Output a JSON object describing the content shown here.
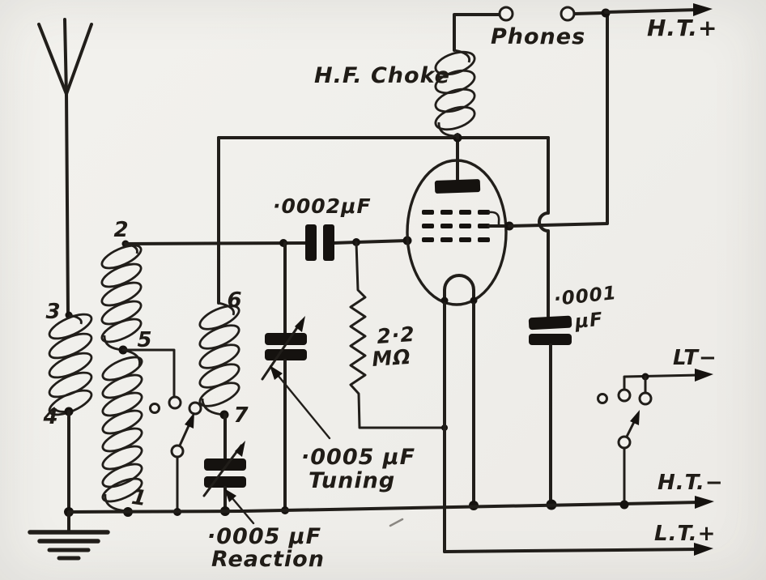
{
  "page": {
    "background": "#f1f0ec",
    "ink": "#211e1a"
  },
  "labels": {
    "phones": "Phones",
    "ht_plus": "H.T.+",
    "hf_choke": "H.F. Choke",
    "grid_capacitor": "·0002μF",
    "grid_leak_value": "2·2",
    "grid_leak_unit": "MΩ",
    "anode_bypass_value": "·0001",
    "anode_bypass_unit": "μF",
    "lt_minus": "LT−",
    "ht_minus": "H.T.−",
    "lt_plus": "L.T.+",
    "tuning_value": "·0005 μF",
    "tuning_name": "Tuning",
    "reaction_value": "·0005 μF",
    "reaction_name": "Reaction",
    "terminal_1": "1",
    "terminal_2": "2",
    "terminal_3": "3",
    "terminal_4": "4",
    "terminal_5": "5",
    "terminal_6": "6",
    "terminal_7": "7"
  }
}
